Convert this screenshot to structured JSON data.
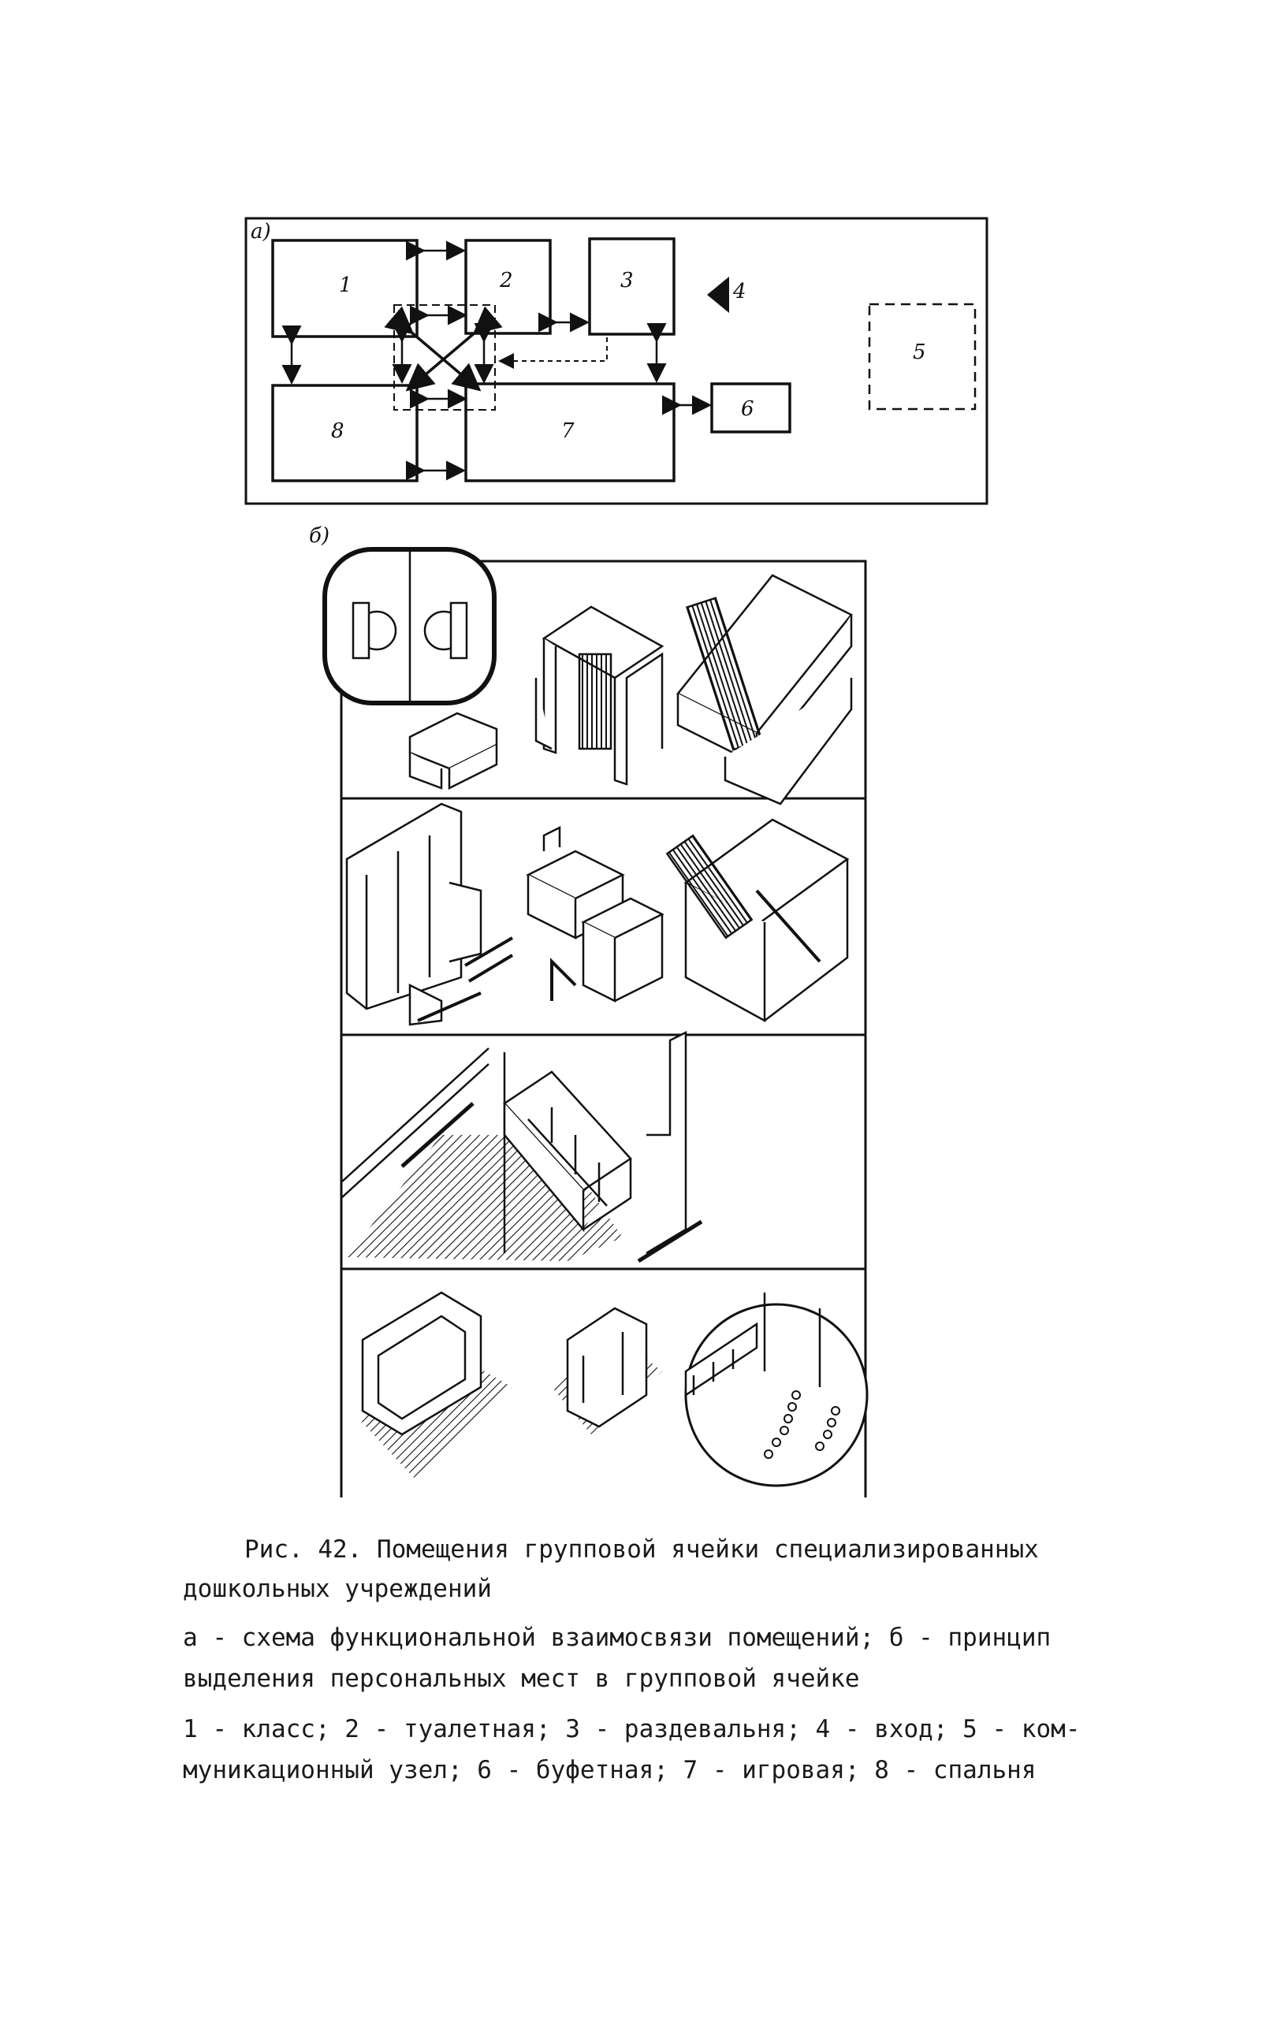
{
  "diagram_a": {
    "panel_label": "а)",
    "rooms": [
      {
        "id": "1",
        "label": "1"
      },
      {
        "id": "2",
        "label": "2"
      },
      {
        "id": "3",
        "label": "3"
      },
      {
        "id": "4",
        "label": "4"
      },
      {
        "id": "5",
        "label": "5"
      },
      {
        "id": "6",
        "label": "6"
      },
      {
        "id": "7",
        "label": "7"
      },
      {
        "id": "8",
        "label": "8"
      }
    ]
  },
  "figure_b": {
    "panel_label": "б)"
  },
  "caption": {
    "line1": "Рис. 42. Помещения групповой ячейки специализированных",
    "line2": "дошкольных учреждений",
    "line3": "а - схема функциональной взаимосвязи помещений; б - принцип",
    "line4": "выделения персональных мест в групповой ячейке",
    "line5": "1 - класс; 2 - туалетная; 3 - раздевальня; 4 - вход; 5 - ком-",
    "line6": "муникационный узел; 6 - буфетная; 7 - игровая; 8 - спальня"
  },
  "colors": {
    "ink": "#111111",
    "paper": "#ffffff"
  }
}
